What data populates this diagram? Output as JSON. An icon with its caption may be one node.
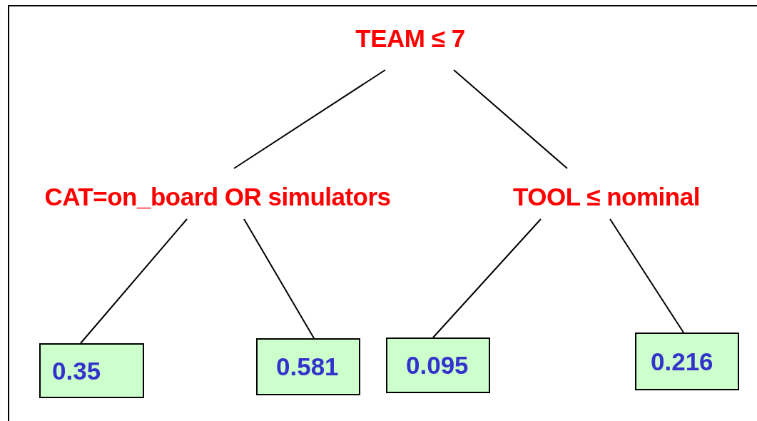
{
  "diagram": {
    "nodes": [
      {
        "text": [
          "TEAM ≤ 7"
        ]
      },
      {
        "text": [
          "CAT=on_board OR simulators"
        ]
      },
      {
        "text": [
          "TOOL ≤ nominal"
        ]
      },
      {
        "text": [
          "0.35"
        ]
      },
      {
        "text": [
          "0.581"
        ]
      },
      {
        "text": [
          "0.095"
        ]
      },
      {
        "text": [
          "0.216"
        ]
      }
    ],
    "edges": [
      {
        "from": 0,
        "to": 1,
        "arrow": "none"
      },
      {
        "from": 0,
        "to": 2,
        "arrow": "none"
      },
      {
        "from": 1,
        "to": 3,
        "arrow": "none"
      },
      {
        "from": 1,
        "to": 4,
        "arrow": "none"
      },
      {
        "from": 2,
        "to": 5,
        "arrow": "none"
      },
      {
        "from": 2,
        "to": 6,
        "arrow": "none"
      }
    ]
  }
}
